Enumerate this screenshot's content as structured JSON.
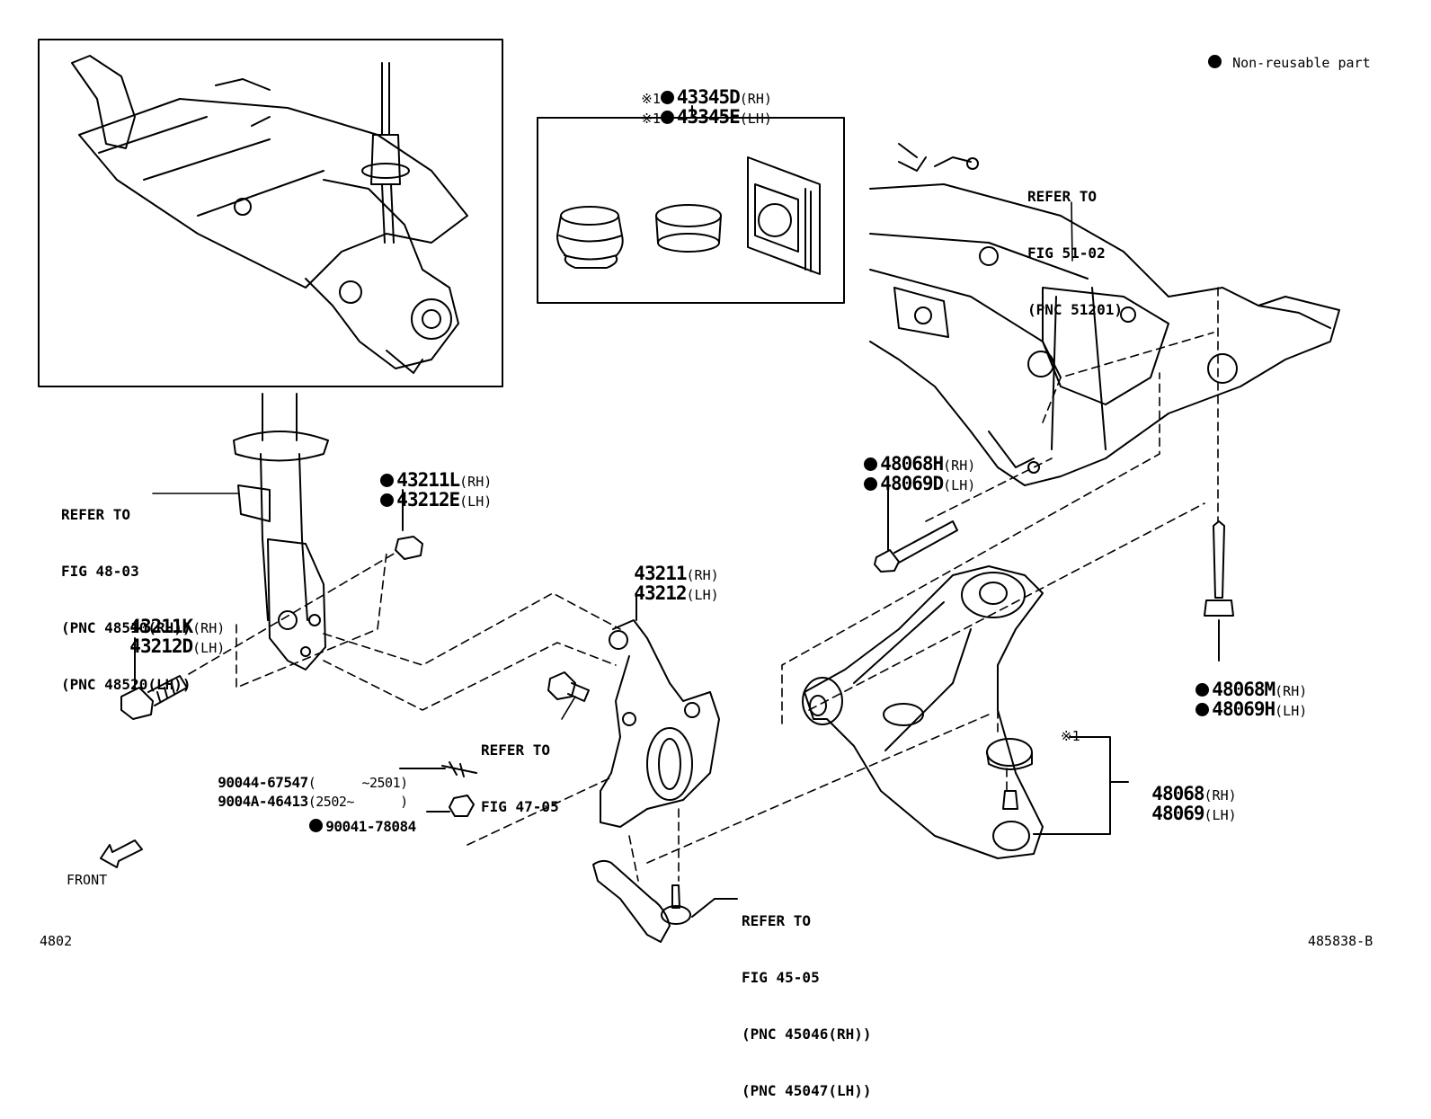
{
  "legend": {
    "dot_meaning": "Non-reusable part"
  },
  "parts": {
    "boot_kit": {
      "mark": "※1",
      "rh": "43345D",
      "lh": "43345E"
    },
    "lock_nut": {
      "rh": "43211L",
      "lh": "43212E"
    },
    "knuckle": {
      "rh": "43211",
      "lh": "43212"
    },
    "strut_bolt": {
      "rh": "43211K",
      "lh": "43212D"
    },
    "arm_bolt_front": {
      "rh": "48068H",
      "lh": "48069D"
    },
    "arm_bolt_rear": {
      "rh": "48068M",
      "lh": "48069H"
    },
    "lower_arm": {
      "rh": "48068",
      "lh": "48069",
      "mark": "※1"
    },
    "cotter_pin_a": {
      "number": "90044-67547",
      "range": "(      ~2501)"
    },
    "cotter_pin_b": {
      "number": "9004A-46413",
      "range": "(2502~      )"
    },
    "nut": {
      "number": "90041-78084"
    }
  },
  "suffix": {
    "rh": "(RH)",
    "lh": "(LH)"
  },
  "refs": {
    "strut": [
      "REFER TO",
      "FIG 48-03",
      "(PNC 48510(RH))",
      "(PNC 48520(LH))"
    ],
    "crossmember": [
      "REFER TO",
      "FIG 51-02",
      "(PNC 51201)"
    ],
    "hub": [
      "REFER TO",
      "FIG 47-05"
    ],
    "tie_rod": [
      "REFER TO",
      "FIG 45-05",
      "(PNC 45046(RH))",
      "(PNC 45047(LH))"
    ]
  },
  "front_label": "FRONT",
  "page_code": "4802",
  "figure_code": "485838-B"
}
